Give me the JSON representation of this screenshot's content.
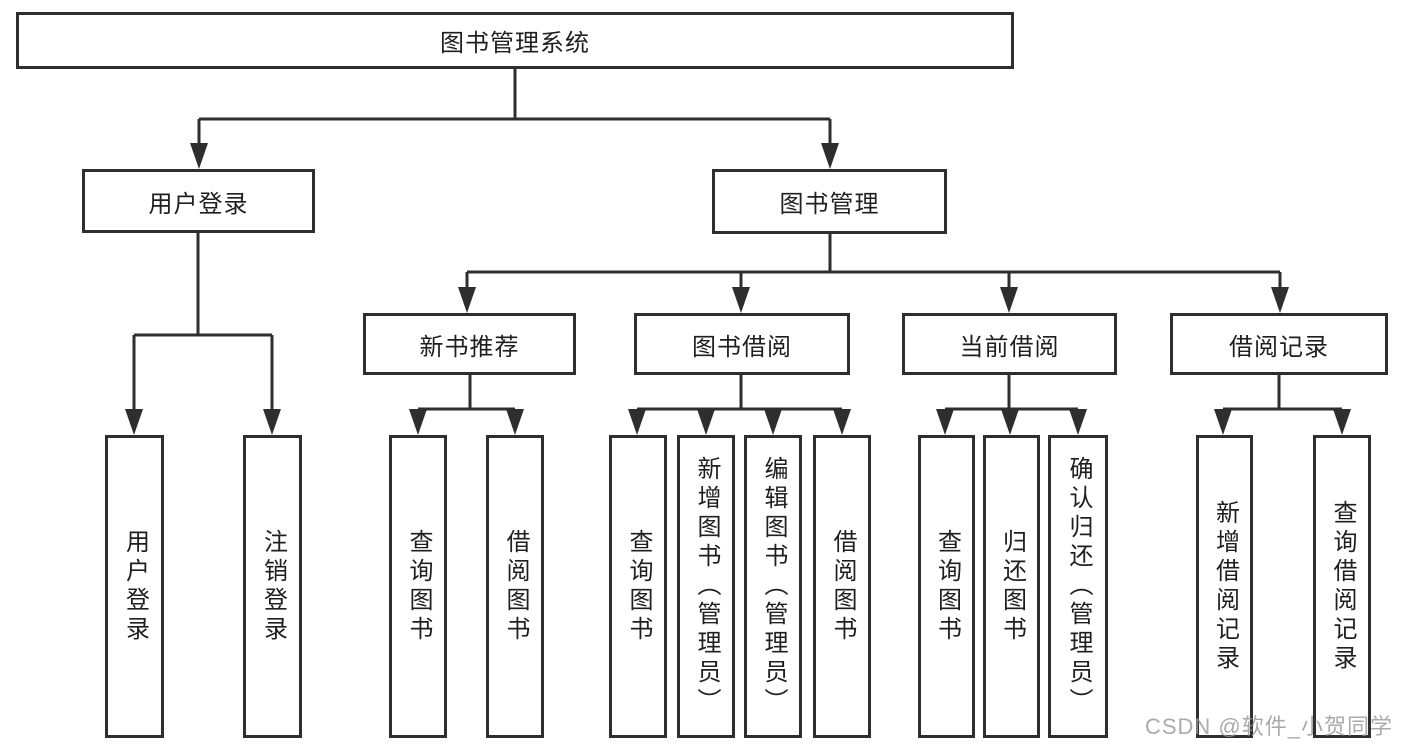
{
  "watermark": {
    "text": "CSDN @软件_小贺同学"
  },
  "tree": {
    "label": "图书管理系统",
    "children": [
      {
        "label": "用户登录",
        "children": [
          {
            "label": "用户登录"
          },
          {
            "label": "注销登录"
          }
        ]
      },
      {
        "label": "图书管理",
        "children": [
          {
            "label": "新书推荐",
            "children": [
              {
                "label": "查询图书"
              },
              {
                "label": "借阅图书"
              }
            ]
          },
          {
            "label": "图书借阅",
            "children": [
              {
                "label": "查询图书"
              },
              {
                "label": "新增图书（管理员）"
              },
              {
                "label": "编辑图书（管理员）"
              },
              {
                "label": "借阅图书"
              }
            ]
          },
          {
            "label": "当前借阅",
            "children": [
              {
                "label": "查询图书"
              },
              {
                "label": "归还图书"
              },
              {
                "label": "确认归还（管理员）"
              }
            ]
          },
          {
            "label": "借阅记录",
            "children": [
              {
                "label": "新增借阅记录"
              },
              {
                "label": "查询借阅记录"
              }
            ]
          }
        ]
      }
    ]
  }
}
